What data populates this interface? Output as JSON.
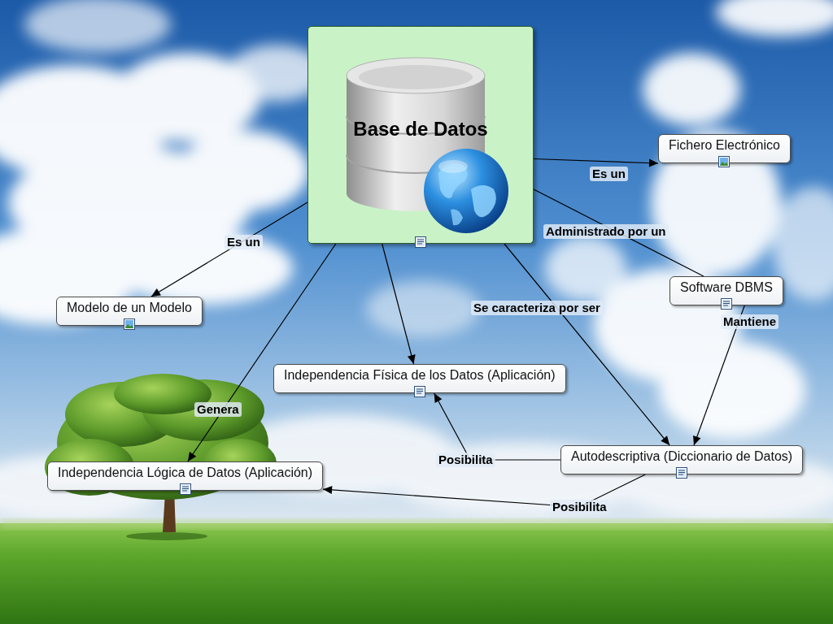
{
  "diagram": {
    "nodes": [
      {
        "text": [
          "Base de Datos"
        ]
      },
      {
        "text": [
          "Fichero Electrónico"
        ]
      },
      {
        "text": [
          "Software DBMS"
        ]
      },
      {
        "text": [
          "Modelo de un Modelo"
        ]
      },
      {
        "text": [
          "Independencia Física de los Datos (Aplicación)"
        ]
      },
      {
        "text": [
          "Autodescriptiva (Diccionario de Datos)"
        ]
      },
      {
        "text": [
          "Independencia Lógica de Datos (Aplicación)"
        ]
      }
    ],
    "edges": [
      {
        "from": 0,
        "to": 1,
        "arrow": "to",
        "label": "Es un"
      },
      {
        "from": 0,
        "to": 2,
        "arrow": "none",
        "label": "Administrado por un"
      },
      {
        "from": 0,
        "to": 3,
        "arrow": "to",
        "label": "Es un"
      },
      {
        "from": 0,
        "to": 4,
        "arrow": "to"
      },
      {
        "from": 0,
        "to": 5,
        "arrow": "to",
        "label": "Se caracteriza por ser"
      },
      {
        "from": 0,
        "to": 6,
        "arrow": "to",
        "label": "Genera"
      },
      {
        "from": 2,
        "to": 5,
        "arrow": "to",
        "label": "Mantiene"
      },
      {
        "from": 5,
        "to": 4,
        "arrow": "to",
        "label": "Posibilita"
      },
      {
        "from": 5,
        "to": 6,
        "arrow": "to",
        "label": "Posibilita"
      }
    ]
  }
}
